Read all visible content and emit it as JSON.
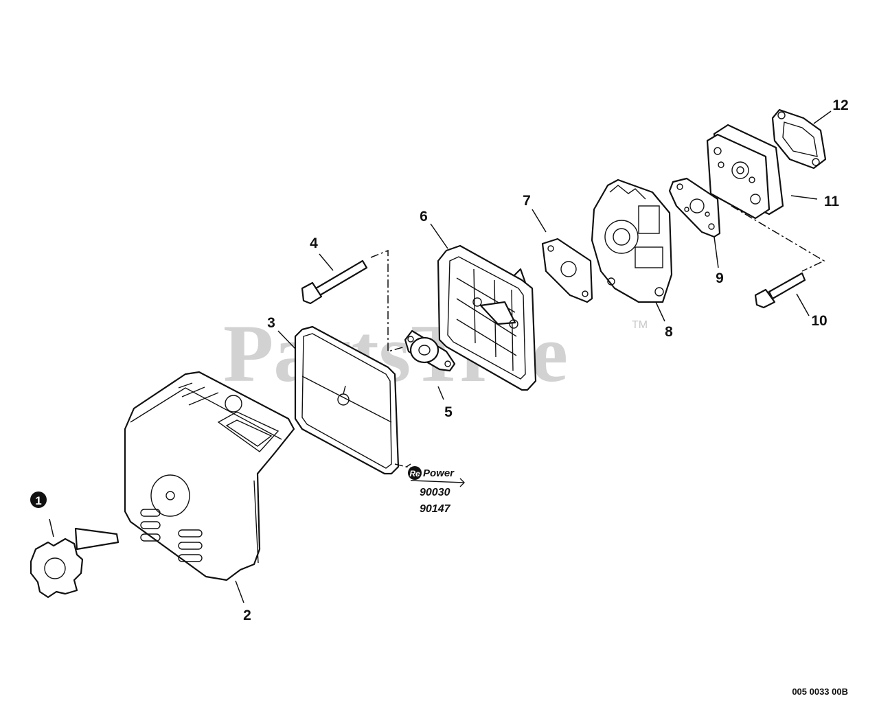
{
  "watermark": {
    "text": "PartsTree",
    "trademark": "TM"
  },
  "callouts": {
    "c1": "1",
    "c2": "2",
    "c3": "3",
    "c4": "4",
    "c5": "5",
    "c6": "6",
    "c7": "7",
    "c8": "8",
    "c9": "9",
    "c10": "10",
    "c11": "11",
    "c12": "12"
  },
  "repower": {
    "badge_re": "Re",
    "badge_power": "Power",
    "part_a": "90030",
    "part_b": "90147"
  },
  "diagram_code": "005 0033 00B"
}
